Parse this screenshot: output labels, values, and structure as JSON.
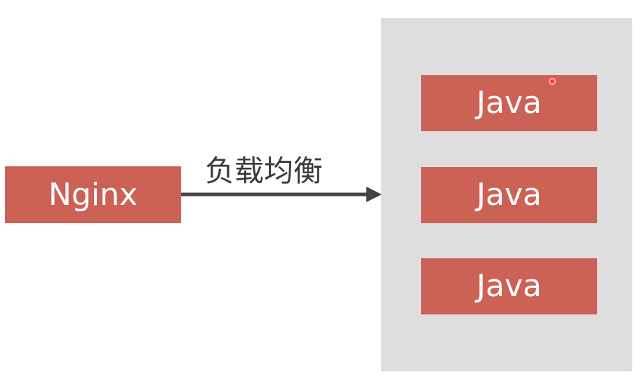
{
  "diagram": {
    "source_node": {
      "label": "Nginx"
    },
    "edge": {
      "label": "负载均衡"
    },
    "target_nodes": [
      {
        "label": "Java"
      },
      {
        "label": "Java"
      },
      {
        "label": "Java"
      }
    ]
  },
  "colors": {
    "node_fill": "#cc6155",
    "node_text": "#ffffff",
    "group_fill": "#dedede",
    "arrow": "#444444",
    "edge_text": "#3a3a3a",
    "cursor": "#ff3b30"
  },
  "icons": {
    "cursor": "cursor-dot-icon"
  }
}
